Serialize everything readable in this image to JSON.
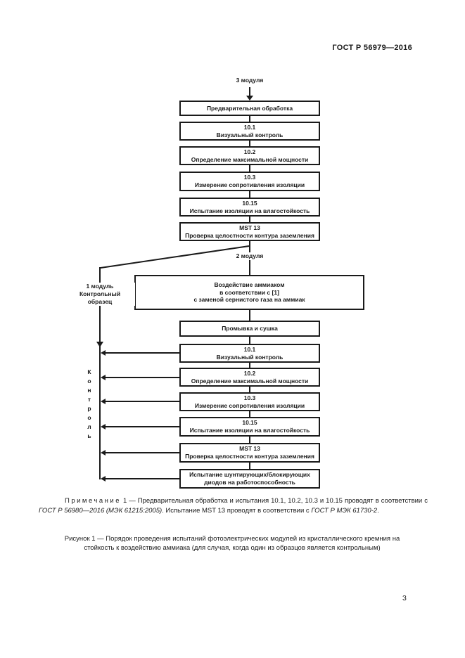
{
  "header": {
    "title": "ГОСТ Р 56979—2016"
  },
  "flowchart": {
    "top_label": "3 модуля",
    "mid_label": "2 модуля",
    "pretreat_box": "Предварительная обработка",
    "upper_tests": [
      {
        "code": "10.1",
        "label": "Визуальный контроль"
      },
      {
        "code": "10.2",
        "label": "Определение максимальной мощности"
      },
      {
        "code": "10.3",
        "label": "Измерение сопротивления изоляции"
      },
      {
        "code": "10.15",
        "label": "Испытание изоляции на влагостойкость"
      },
      {
        "code": "MST 13",
        "label": "Проверка целостности контура заземления"
      }
    ],
    "branch_label": {
      "line1": "1 модуль",
      "line2": "Контрольный",
      "line3": "образец"
    },
    "control_label": "Контроль",
    "exposure_box": {
      "line1": "Воздействие аммиаком",
      "line2": "в соответствии с [1]",
      "line3": "с заменой сернистого газа на аммиак"
    },
    "wash_box": "Промывка и сушка",
    "lower_tests": [
      {
        "code": "10.1",
        "label": "Визуальный контроль"
      },
      {
        "code": "10.2",
        "label": "Определение максимальной мощности"
      },
      {
        "code": "10.3",
        "label": "Измерение сопротивления изоляции"
      },
      {
        "code": "10.15",
        "label": "Испытание изоляции на влагостойкость"
      },
      {
        "code": "MST 13",
        "label": "Проверка целостности контура заземления"
      }
    ],
    "diode_box": "Испытание шунтирующих/блокирующих диодов на работоспособность"
  },
  "note": {
    "label": "Примечание",
    "number": " 1 — ",
    "text_before": "Предварительная обработка и испытания 10.1, 10.2, 10.3 и 10.15 проводят в соответствии с ",
    "ref1": "ГОСТ Р 56980—2016 (МЭК 61215:2005)",
    "text_mid": ". Испытание MST 13 проводят в соответствии с ",
    "ref2": "ГОСТ Р МЭК 61730-2",
    "text_end": "."
  },
  "caption": "Рисунок 1 — Порядок проведения испытаний фотоэлектрических модулей из кристаллического кремния на стойкость к воздействию аммиака (для случая, когда один из образцов является контрольным)",
  "page_number": "3",
  "colors": {
    "ink": "#1a1a1a",
    "paper": "#ffffff"
  }
}
